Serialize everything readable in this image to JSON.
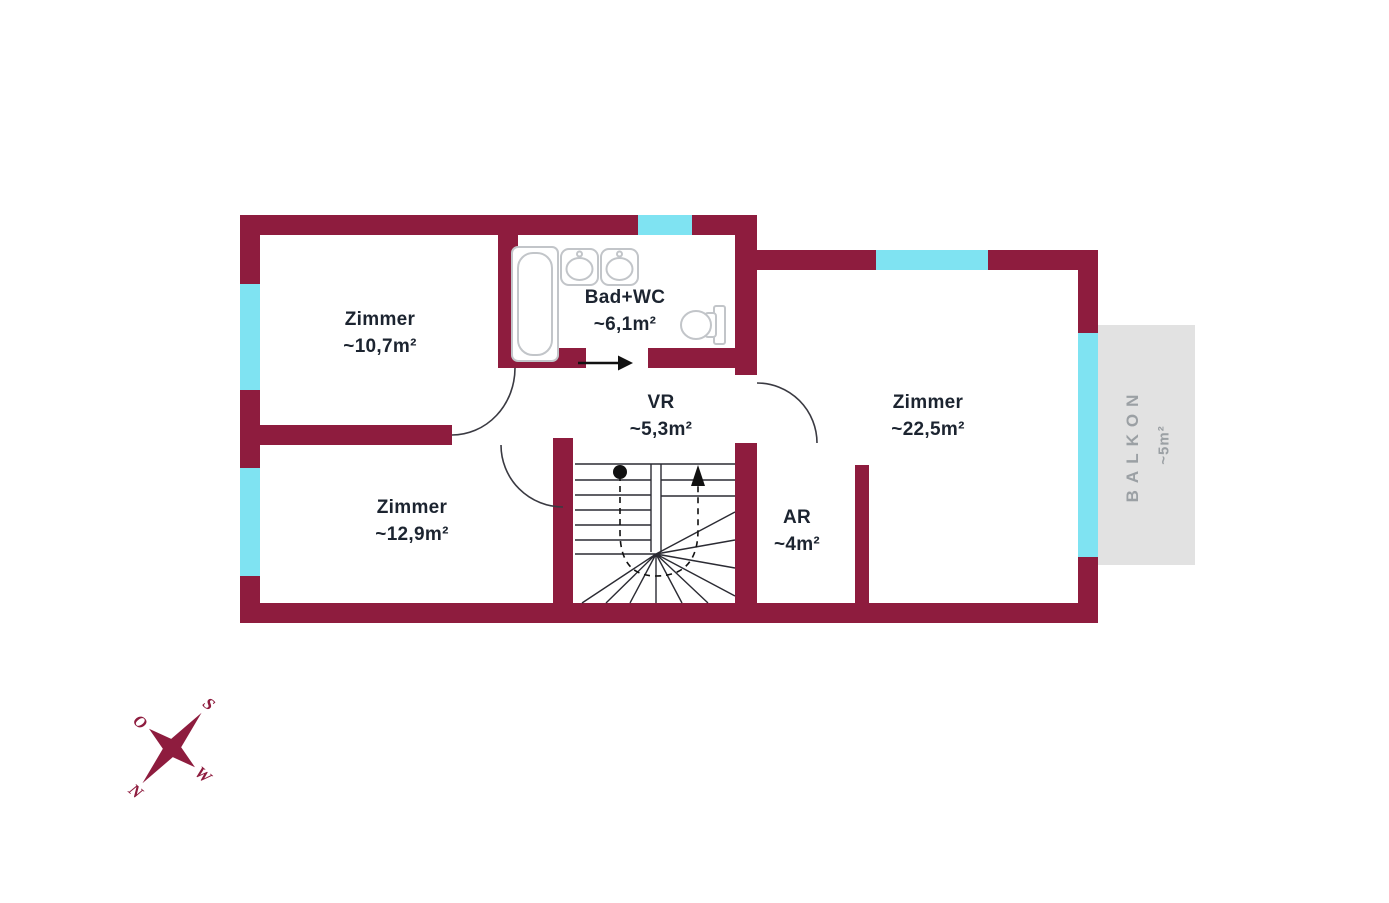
{
  "plan": {
    "rooms": [
      {
        "name": "Zimmer",
        "area": "~10,7m²"
      },
      {
        "name": "Bad+WC",
        "area": "~6,1m²"
      },
      {
        "name": "VR",
        "area": "~5,3m²"
      },
      {
        "name": "Zimmer",
        "area": "~22,5m²"
      },
      {
        "name": "Zimmer",
        "area": "~12,9m²"
      },
      {
        "name": "AR",
        "area": "~4m²"
      }
    ],
    "balcony": {
      "name": "BALKON",
      "area": "~5m²"
    },
    "compass": {
      "north": "N",
      "south": "S",
      "east": "O",
      "west": "W"
    },
    "colors": {
      "wall": "#8e1c3e",
      "window": "#7fe3f2",
      "balcony_bg": "#e2e2e2",
      "balcony_text": "#9ba0a4",
      "label_text": "#1c2430"
    }
  }
}
